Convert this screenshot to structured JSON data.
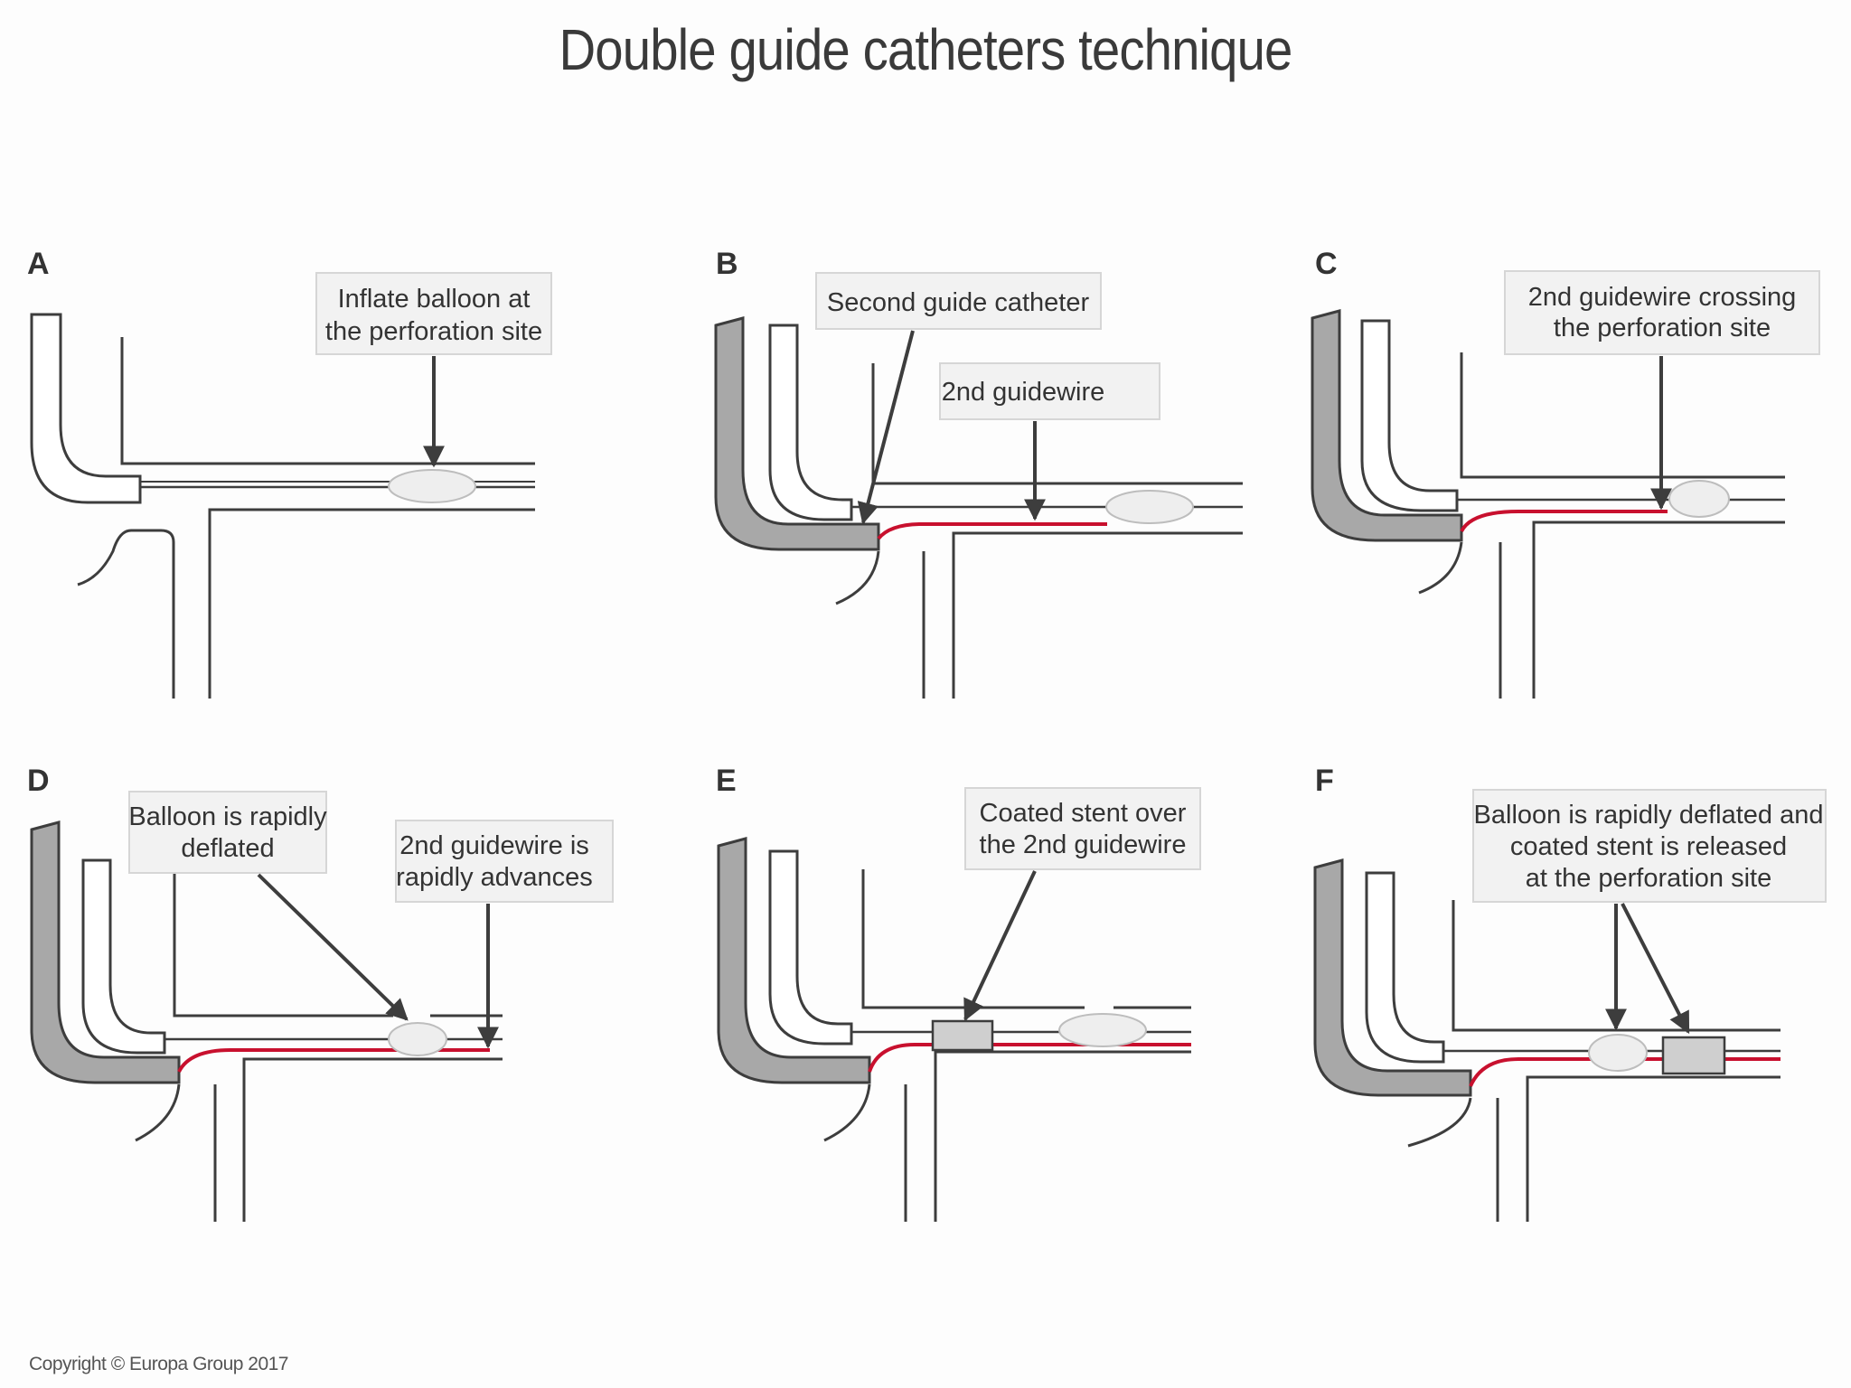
{
  "title": "Double guide catheters technique",
  "copyright": "Copyright © Europa Group 2017",
  "colors": {
    "vessel_line": "#3d3d3d",
    "guide_catheter_fill": "#a8a8a8",
    "guidewire": "#c8102e",
    "balloon_fill": "#eeeeee",
    "stent_fill": "#cfcfcf",
    "callout_fill": "#f2f2f2",
    "callout_border": "#d6d6d6"
  },
  "panels": [
    {
      "letter": "A",
      "callouts": [
        {
          "lines": [
            "Inflate balloon at",
            "the perforation site"
          ]
        }
      ]
    },
    {
      "letter": "B",
      "callouts": [
        {
          "lines": [
            "Second guide catheter"
          ]
        },
        {
          "lines": [
            "2nd guidewire"
          ]
        }
      ]
    },
    {
      "letter": "C",
      "callouts": [
        {
          "lines": [
            "2nd guidewire crossing",
            "the perforation site"
          ]
        }
      ]
    },
    {
      "letter": "D",
      "callouts": [
        {
          "lines": [
            "Balloon is rapidly",
            "deflated"
          ]
        },
        {
          "lines": [
            "2nd guidewire is",
            "rapidly advances"
          ]
        }
      ]
    },
    {
      "letter": "E",
      "callouts": [
        {
          "lines": [
            "Coated stent over",
            "the 2nd guidewire"
          ]
        }
      ]
    },
    {
      "letter": "F",
      "callouts": [
        {
          "lines": [
            "Balloon is rapidly deflated and",
            "coated stent is released",
            "at the perforation site"
          ]
        }
      ]
    }
  ]
}
